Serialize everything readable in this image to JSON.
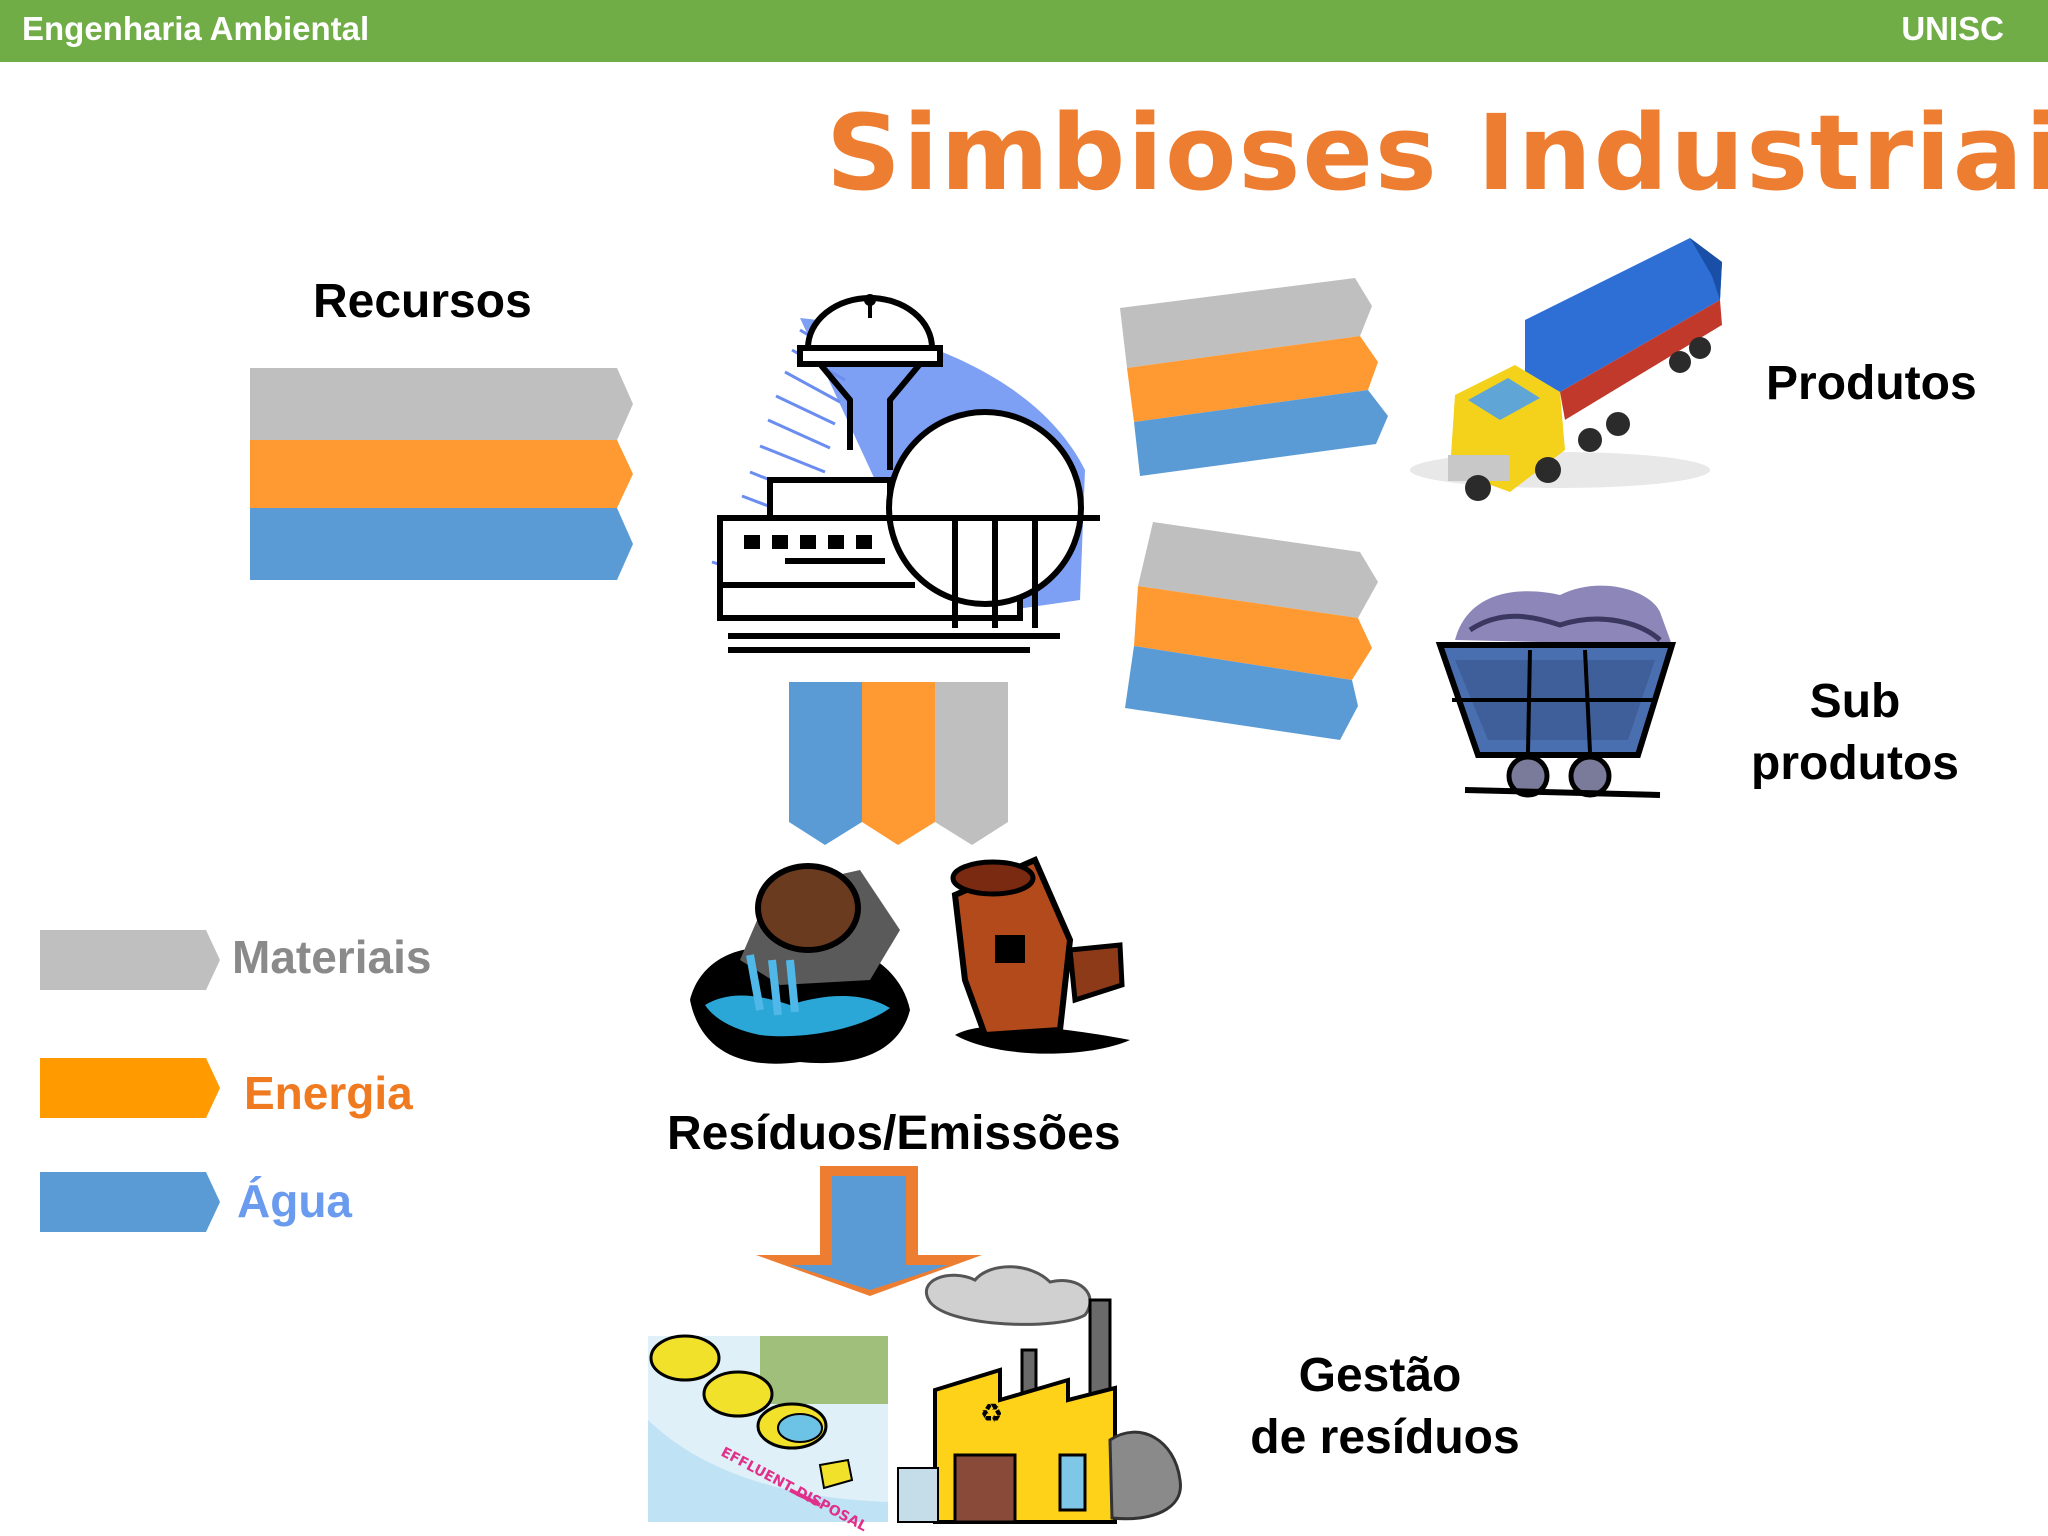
{
  "header": {
    "course": "Engenharia Ambiental",
    "institution": "UNISC"
  },
  "title": "Simbioses Industriais",
  "diagram": {
    "inputs_label": "Recursos",
    "products_label": "Produtos",
    "byproducts_label_line1": "Sub",
    "byproducts_label_line2": "produtos",
    "waste_label": "Resíduos/Emissões",
    "management_label_line1": "Gestão",
    "management_label_line2": "de resíduos"
  },
  "legend": [
    {
      "label": "Materiais",
      "color": "#bfbfbf",
      "text_color": "#8a8a8a"
    },
    {
      "label": "Energia",
      "color": "#ff9a00",
      "text_color": "#f07a20"
    },
    {
      "label": "Água",
      "color": "#5b9bd5",
      "text_color": "#6a9bee"
    }
  ],
  "colors": {
    "materials": "#bfbfbf",
    "energy": "#ff9a33",
    "water": "#5b9bd5",
    "header_bg": "#70ad47",
    "title": "#ed7d31"
  },
  "clipart_labels": {
    "effluent": "EFFLUENT DISPOSAL"
  }
}
